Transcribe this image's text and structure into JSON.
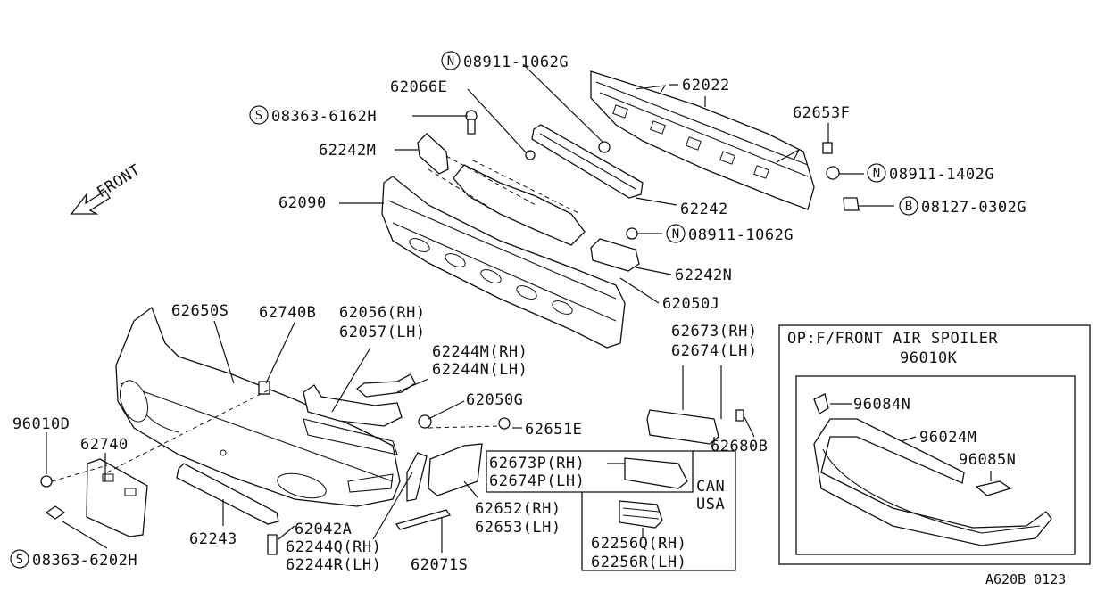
{
  "diagram": {
    "direction_label": "FRONT",
    "option_box": {
      "title": "OP:F/FRONT AIR SPOILER",
      "assembly_part": "96010K",
      "parts": [
        "96084N",
        "96024M",
        "96085N"
      ]
    },
    "region_box": {
      "parts": [
        "62673P(RH)",
        "62674P(LH)",
        "62256Q(RH)",
        "62256R(LH)"
      ],
      "regions": [
        "CAN",
        "USA"
      ]
    },
    "part_labels": [
      "62066E",
      "62242M",
      "62090",
      "62022",
      "62653F",
      "62242",
      "62242N",
      "62050J",
      "62650S",
      "62740B",
      "62056(RH)",
      "62057(LH)",
      "62244M(RH)",
      "62244N(LH)",
      "62050G",
      "62651E",
      "62673(RH)",
      "62674(LH)",
      "62680B",
      "96010D",
      "62740",
      "62652(RH)",
      "62653(LH)",
      "62243",
      "62042A",
      "62244Q(RH)",
      "62244R(LH)",
      "62071S"
    ],
    "fasteners": [
      {
        "prefix": "N",
        "number": "08911-1062G"
      },
      {
        "prefix": "S",
        "number": "08363-6162H"
      },
      {
        "prefix": "N",
        "number": "08911-1402G"
      },
      {
        "prefix": "B",
        "number": "08127-0302G"
      },
      {
        "prefix": "N",
        "number": "08911-1062G"
      },
      {
        "prefix": "S",
        "number": "08363-6202H"
      }
    ],
    "diagram_code": "A620B 0123"
  }
}
